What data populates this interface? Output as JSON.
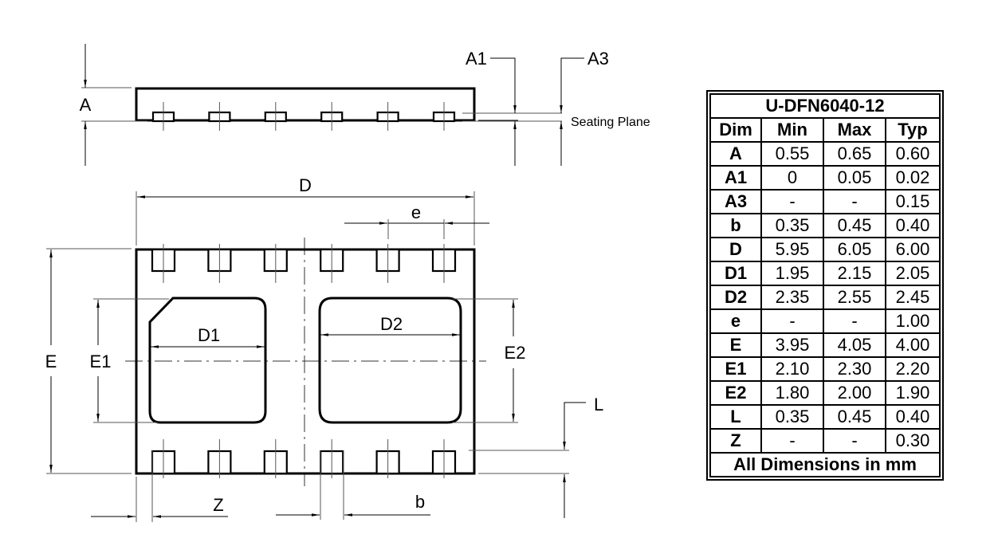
{
  "drawing": {
    "side_view": {
      "labels": {
        "A": "A",
        "A1": "A1",
        "A3": "A3",
        "seating_plane": "Seating Plane"
      },
      "terminal_count": 6
    },
    "bottom_view": {
      "labels": {
        "D": "D",
        "e": "e",
        "D1": "D1",
        "D2": "D2",
        "E": "E",
        "E1": "E1",
        "E2": "E2",
        "L": "L",
        "Z": "Z",
        "b": "b"
      },
      "pads_per_side": 6,
      "exposed_pads": 2
    }
  },
  "table": {
    "title": "U-DFN6040-12",
    "headers": [
      "Dim",
      "Min",
      "Max",
      "Typ"
    ],
    "rows": [
      {
        "dim": "A",
        "min": "0.55",
        "max": "0.65",
        "typ": "0.60"
      },
      {
        "dim": "A1",
        "min": "0",
        "max": "0.05",
        "typ": "0.02"
      },
      {
        "dim": "A3",
        "min": "-",
        "max": "-",
        "typ": "0.15"
      },
      {
        "dim": "b",
        "min": "0.35",
        "max": "0.45",
        "typ": "0.40"
      },
      {
        "dim": "D",
        "min": "5.95",
        "max": "6.05",
        "typ": "6.00"
      },
      {
        "dim": "D1",
        "min": "1.95",
        "max": "2.15",
        "typ": "2.05"
      },
      {
        "dim": "D2",
        "min": "2.35",
        "max": "2.55",
        "typ": "2.45"
      },
      {
        "dim": "e",
        "min": "-",
        "max": "-",
        "typ": "1.00"
      },
      {
        "dim": "E",
        "min": "3.95",
        "max": "4.05",
        "typ": "4.00"
      },
      {
        "dim": "E1",
        "min": "2.10",
        "max": "2.30",
        "typ": "2.20"
      },
      {
        "dim": "E2",
        "min": "1.80",
        "max": "2.00",
        "typ": "1.90"
      },
      {
        "dim": "L",
        "min": "0.35",
        "max": "0.45",
        "typ": "0.40"
      },
      {
        "dim": "Z",
        "min": "-",
        "max": "-",
        "typ": "0.30"
      }
    ],
    "footer": "All Dimensions in mm"
  }
}
